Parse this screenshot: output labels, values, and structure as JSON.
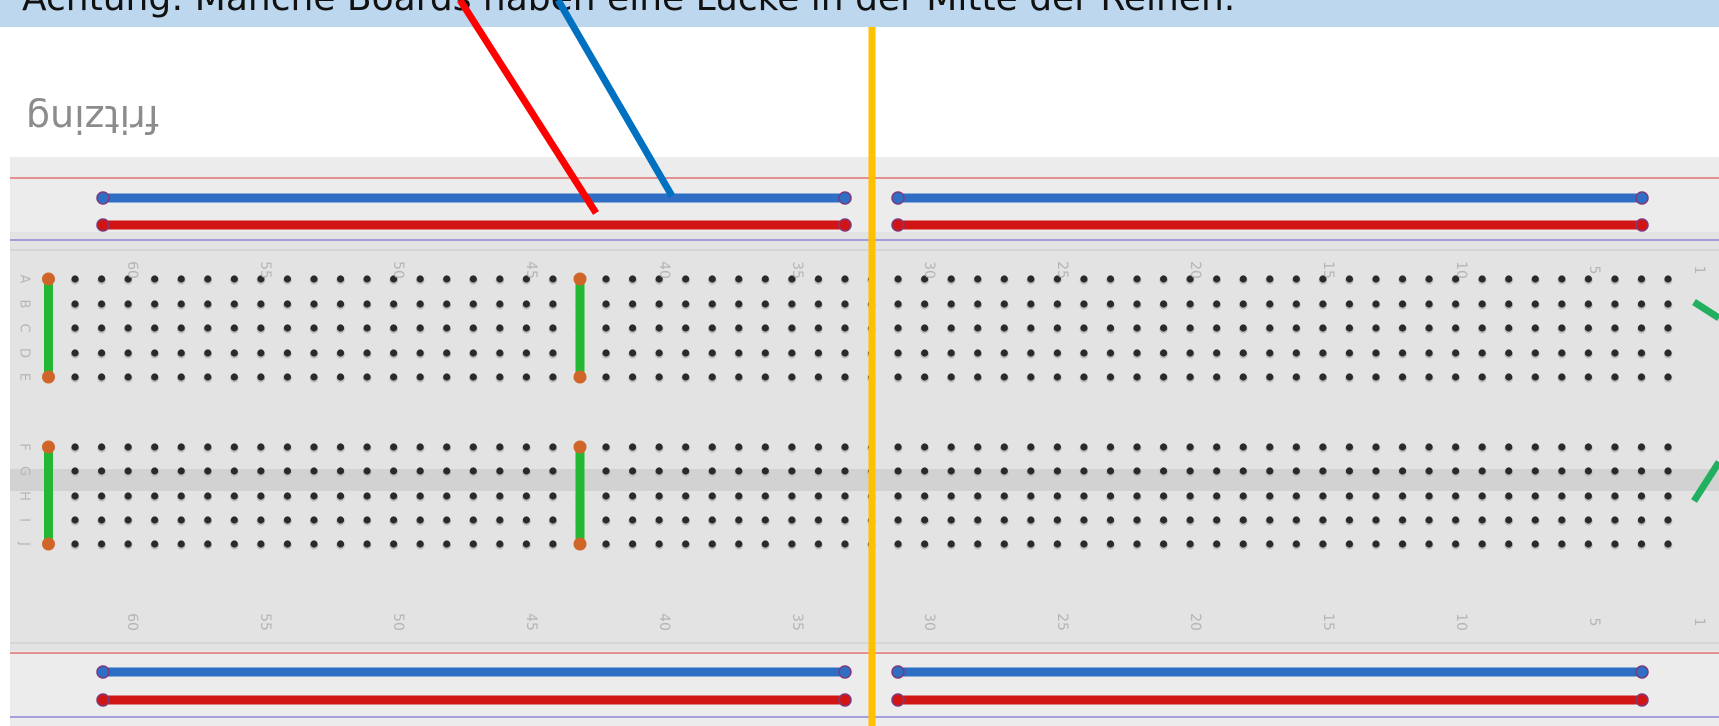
{
  "banner": {
    "text": "Achtung: Manche Boards haben eine Lücke in der Mitte der Reihen."
  },
  "logo": {
    "text": "fritzing"
  },
  "breadboard": {
    "row_labels_top": [
      "A",
      "B",
      "C",
      "D",
      "E"
    ],
    "row_labels_bottom": [
      "F",
      "G",
      "H",
      "I",
      "J"
    ],
    "column_numbers": [
      "60",
      "55",
      "50",
      "45",
      "40",
      "35",
      "30",
      "25",
      "20",
      "15",
      "10",
      "5",
      "1"
    ],
    "columns_per_row": 62
  },
  "colors": {
    "banner_bg": "#bdd7ee",
    "board_bg": "#e3e3e3",
    "rail_blue": "#2e6ec4",
    "rail_red": "#d11515",
    "annotation_red": "#ff0000",
    "annotation_blue": "#0070c0",
    "annotation_yellow": "#ffc000",
    "jumper_green": "#22b833",
    "pin_orange": "#d0652a"
  }
}
